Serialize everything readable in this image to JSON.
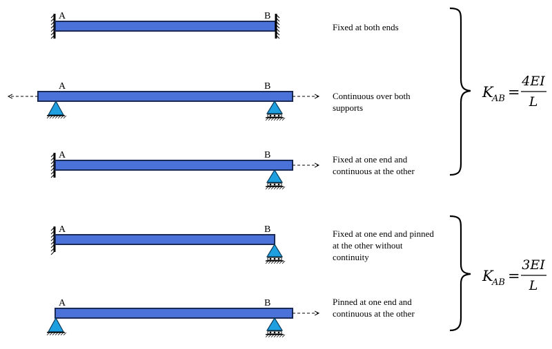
{
  "colors": {
    "beam": "#4a72d8",
    "beam_edge": "#1a2a55",
    "support": "#1e9fe0",
    "support_edge": "#0a3a5a",
    "hatch": "#000000"
  },
  "labels": {
    "a": "A",
    "b": "B"
  },
  "cases": [
    {
      "lines": [
        "Fixed at both ends"
      ]
    },
    {
      "lines": [
        "Continuous over both",
        "supports"
      ]
    },
    {
      "lines": [
        "Fixed at one end and",
        "continuous at the other"
      ]
    },
    {
      "lines": [
        "Fixed at one end and pinned",
        "at the other without",
        "continuity"
      ]
    },
    {
      "lines": [
        "Pinned at one end and",
        "continuous at the other"
      ]
    }
  ],
  "formulas": [
    {
      "lhs_base": "K",
      "lhs_sub": "AB",
      "eq": "=",
      "numerator": "4EI",
      "denominator": "L"
    },
    {
      "lhs_base": "K",
      "lhs_sub": "AB",
      "eq": "=",
      "numerator": "3EI",
      "denominator": "L"
    }
  ]
}
